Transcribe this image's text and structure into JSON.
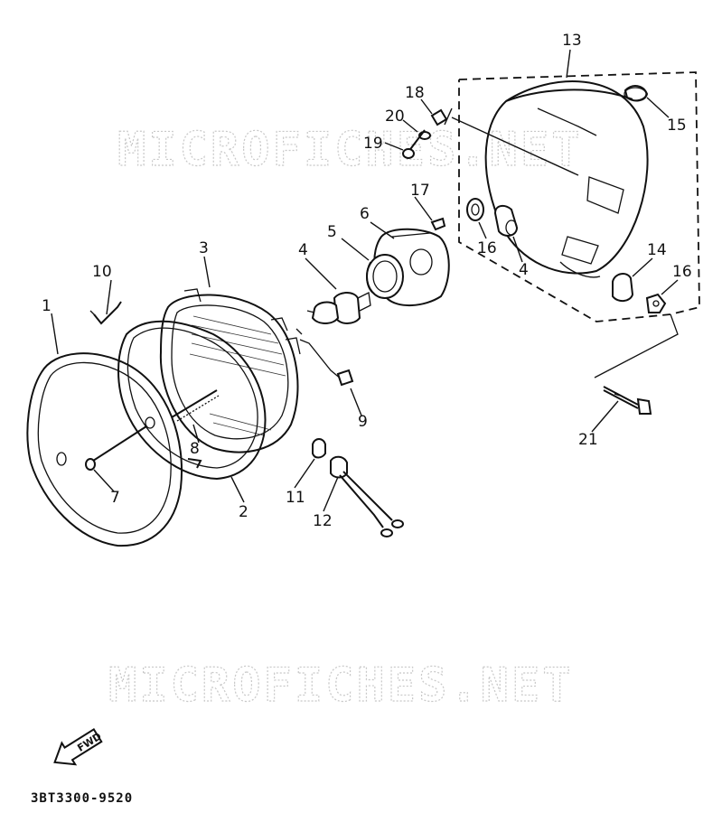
{
  "diagram": {
    "part_numbers": [
      "1",
      "2",
      "3",
      "4",
      "5",
      "6",
      "7",
      "8",
      "9",
      "10",
      "11",
      "12",
      "13",
      "14",
      "15",
      "16",
      "17",
      "18",
      "19",
      "20",
      "21"
    ],
    "extra_labels": [
      "4",
      "14",
      "16",
      "16"
    ],
    "watermark": "MICROFICHES.NET",
    "fwd_label": "FWD",
    "drawing_code": "3BT3300-9520"
  }
}
